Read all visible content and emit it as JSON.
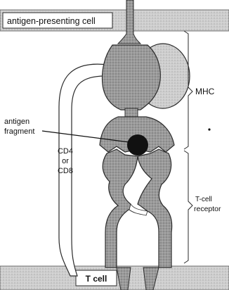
{
  "labels": {
    "apc": "antigen-presenting cell",
    "mhc": "MHC",
    "antigen_line1": "antigen",
    "antigen_line2": "fragment",
    "cd4": "CD4",
    "or": "or",
    "cd8": "CD8",
    "tcr_line1": "T-cell",
    "tcr_line2": "receptor",
    "tcell": "T cell"
  },
  "colors": {
    "protein_fill": "#9a9a9a",
    "membrane_fill": "#c8c8c8",
    "outline": "#2a2a2a",
    "antigen": "#111111"
  }
}
